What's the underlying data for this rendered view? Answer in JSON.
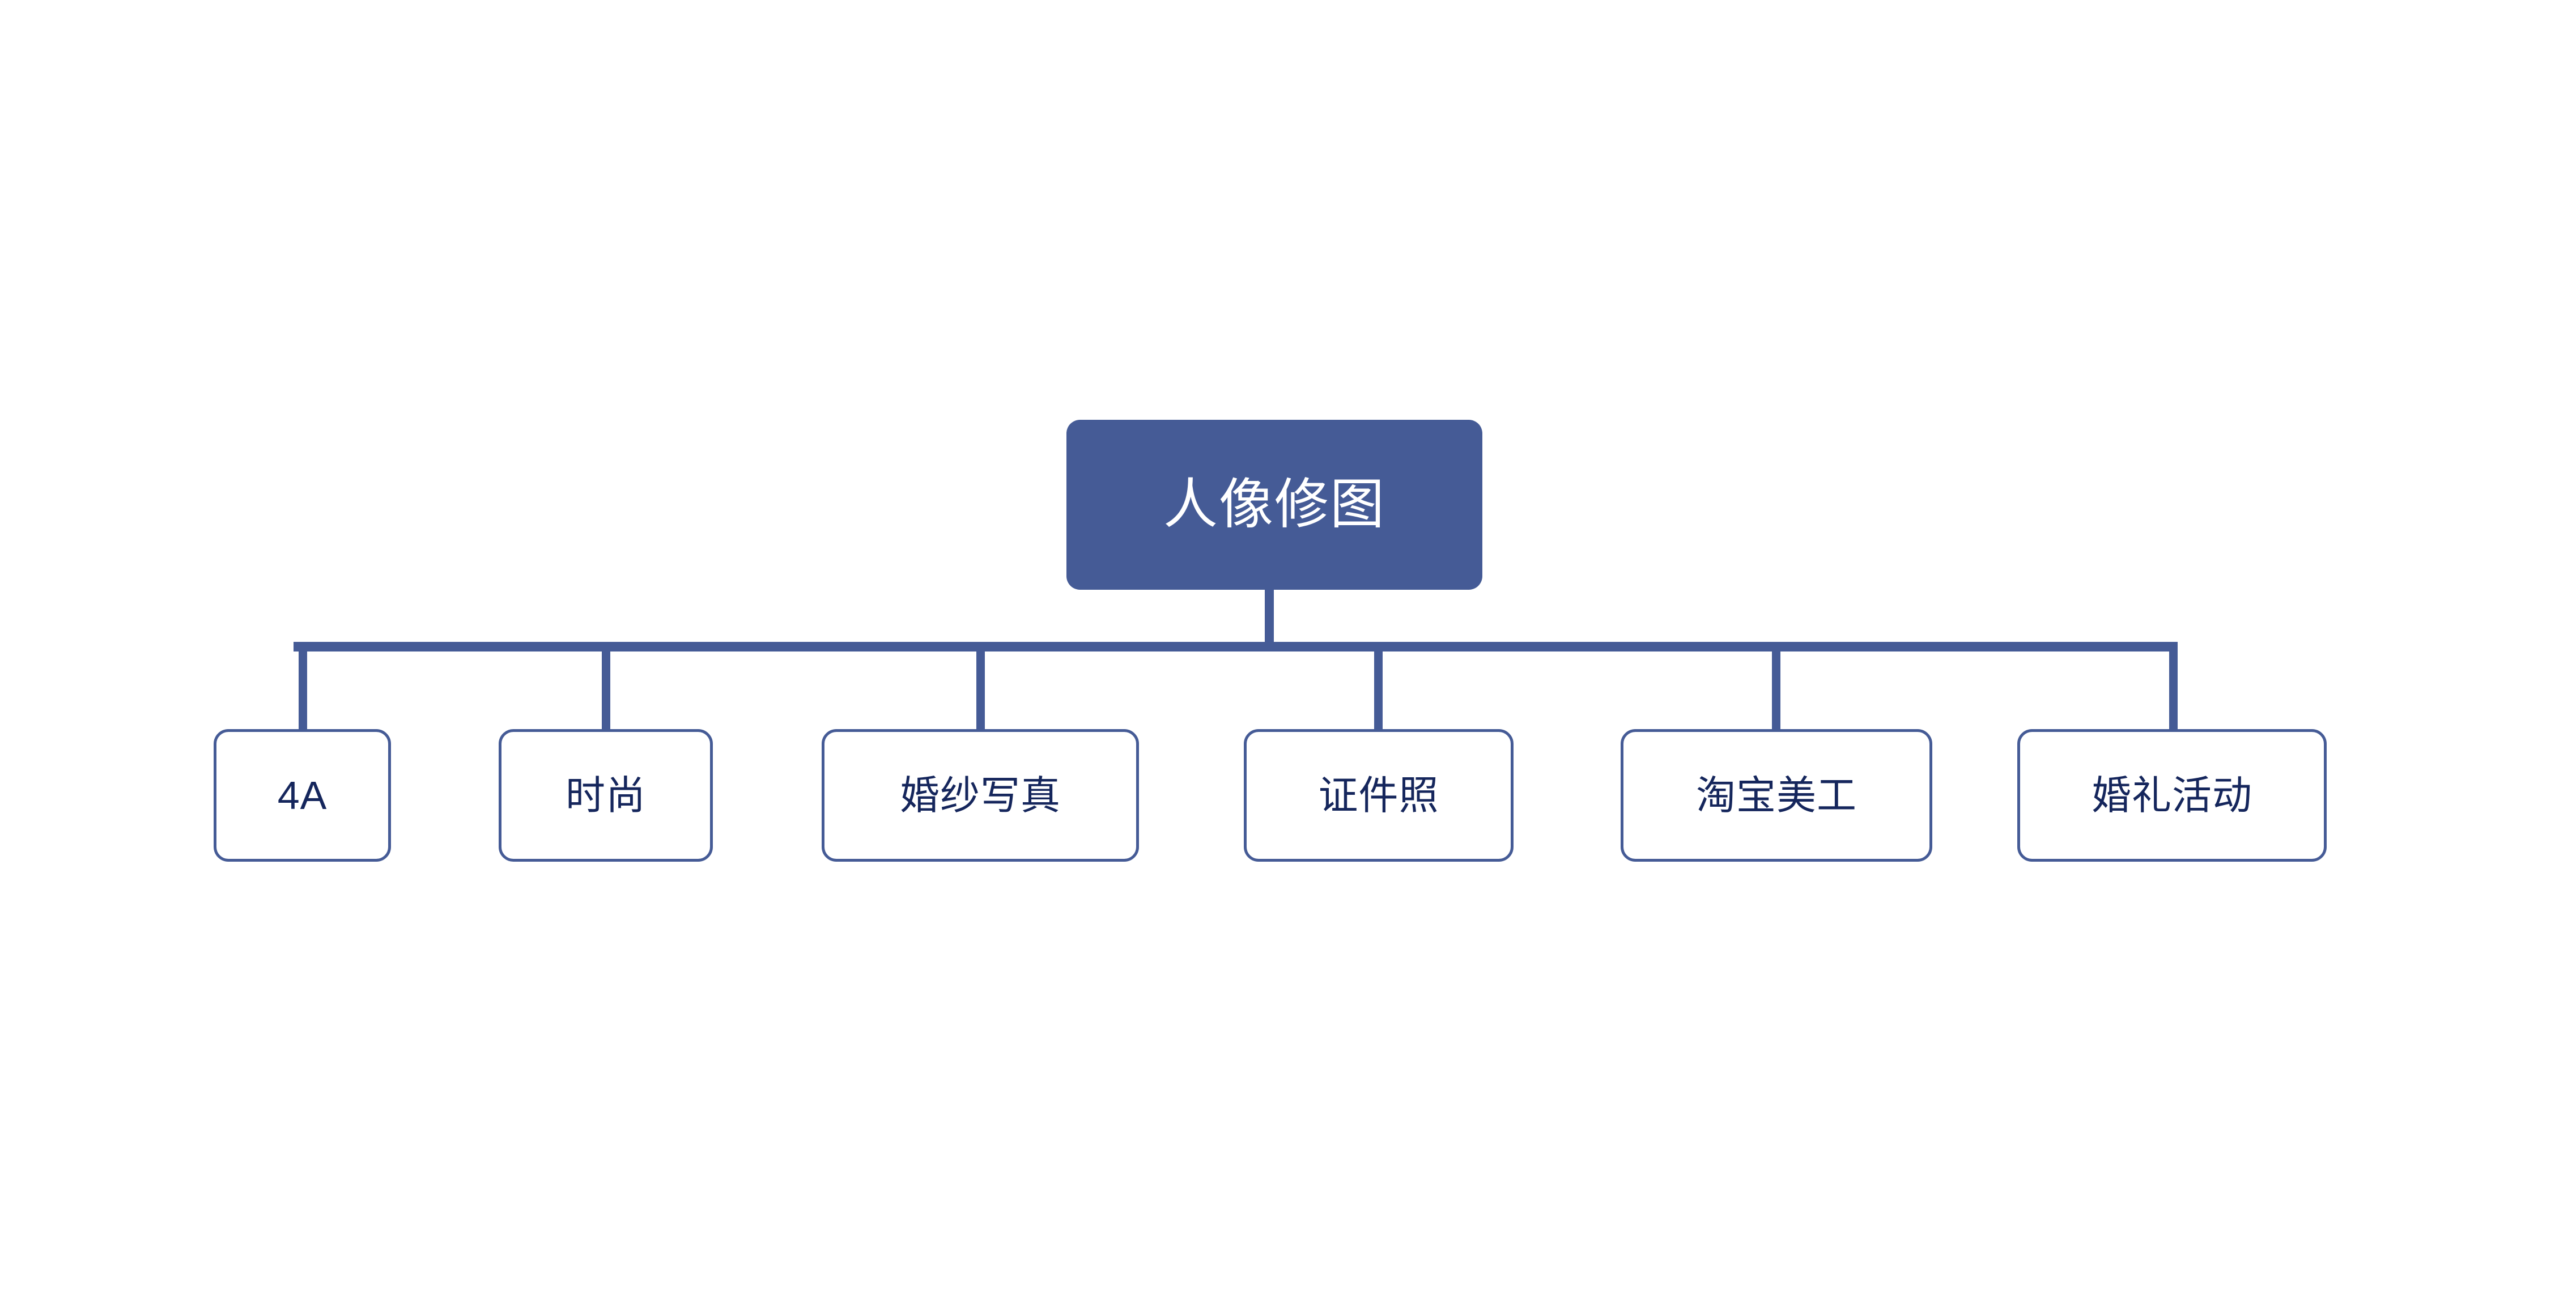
{
  "diagram": {
    "type": "organization-tree",
    "orientation": "top-down",
    "title": "人像修图",
    "colors": {
      "node_fill": "#455B96",
      "node_border": "#455B96",
      "root_text": "#FFFFFF",
      "child_text": "#15265C",
      "connector": "#455B96",
      "background": "#FFFFFF"
    },
    "root": {
      "label": "人像修图"
    },
    "children": [
      {
        "label": "4A"
      },
      {
        "label": "时尚"
      },
      {
        "label": "婚纱写真"
      },
      {
        "label": "证件照"
      },
      {
        "label": "淘宝美工"
      },
      {
        "label": "婚礼活动"
      }
    ]
  }
}
